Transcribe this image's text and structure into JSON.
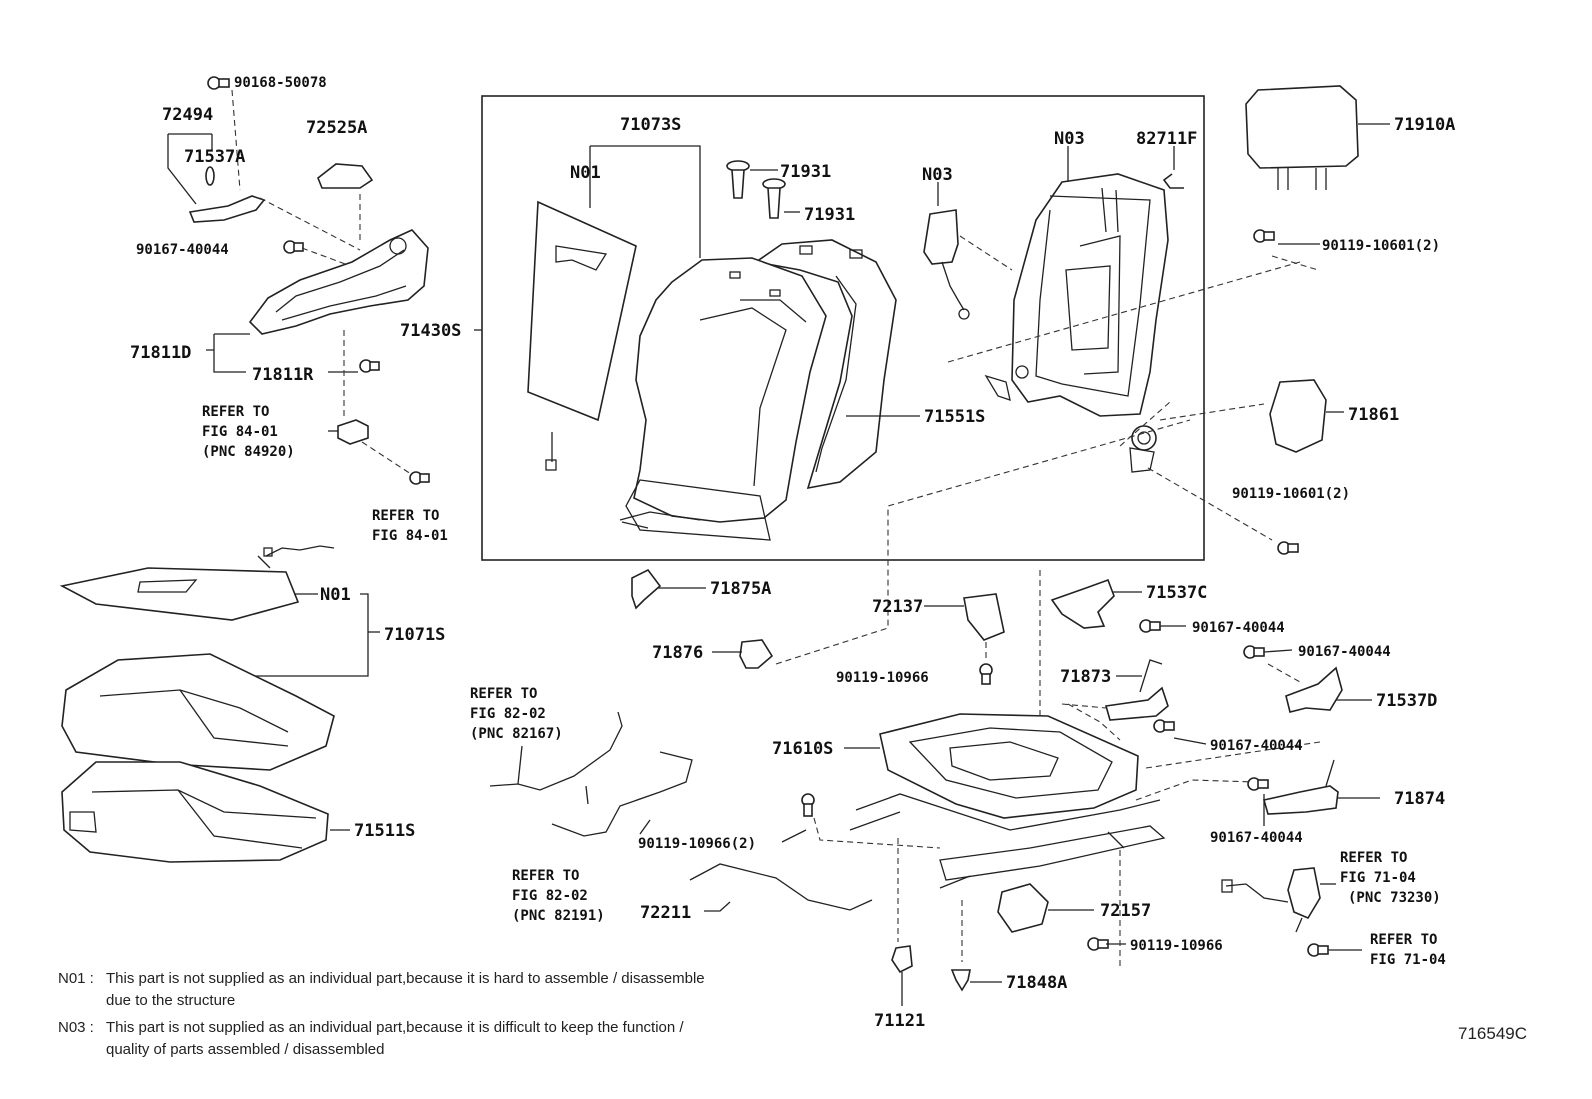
{
  "labels": {
    "p90168_50078": "90168-50078",
    "p72494": "72494",
    "p72525A": "72525A",
    "p71537A": "71537A",
    "p90167_40044_a": "90167-40044",
    "p71811D": "71811D",
    "p71811R": "71811R",
    "p71073S": "71073S",
    "n01_back": "N01",
    "p71931_a": "71931",
    "p71931_b": "71931",
    "n03_airbag": "N03",
    "n03_frame": "N03",
    "p82711F": "82711F",
    "p71910A": "71910A",
    "p90119_10601_a": "90119-10601(2)",
    "p71430S": "71430S",
    "p71551S": "71551S",
    "p71861": "71861",
    "p90119_10601_b": "90119-10601(2)",
    "n01_cushion": "N01",
    "p71071S": "71071S",
    "p71875A": "71875A",
    "p72137": "72137",
    "p71537C": "71537C",
    "p90167_40044_b": "90167-40044",
    "p90167_40044_c": "90167-40044",
    "p71876": "71876",
    "p90119_10966_a": "90119-10966",
    "p71873": "71873",
    "p71537D": "71537D",
    "p71610S": "71610S",
    "p90167_40044_d": "90167-40044",
    "p71874": "71874",
    "p90167_40044_e": "90167-40044",
    "p71511S": "71511S",
    "p90119_10966_2": "90119-10966(2)",
    "p72211": "72211",
    "p72157": "72157",
    "p90119_10966_b": "90119-10966",
    "p71848A": "71848A",
    "p71121": "71121"
  },
  "refs": {
    "ref_84_01_pnc": [
      "REFER TO",
      "FIG 84-01",
      "(PNC 84920)"
    ],
    "ref_84_01": [
      "REFER TO",
      "FIG 84-01"
    ],
    "ref_82_02_a": [
      "REFER TO",
      "FIG 82-02",
      "(PNC 82167)"
    ],
    "ref_82_02_b": [
      "REFER TO",
      "FIG 82-02",
      "(PNC 82191)"
    ],
    "ref_71_04_pnc": [
      "REFER TO",
      "FIG 71-04",
      "(PNC 73230)"
    ],
    "ref_71_04": [
      "REFER TO",
      "FIG 71-04"
    ]
  },
  "notes": {
    "n01_key": "N01 :",
    "n01_line1": "This part is not supplied as an individual part,because it is hard to assemble / disassemble",
    "n01_line2": "due to the structure",
    "n03_key": "N03 :",
    "n03_line1": "This part is not supplied as an individual part,because it is difficult to keep the function /",
    "n03_line2": "quality of parts assembled / disassembled"
  },
  "figure_id": "716549C"
}
